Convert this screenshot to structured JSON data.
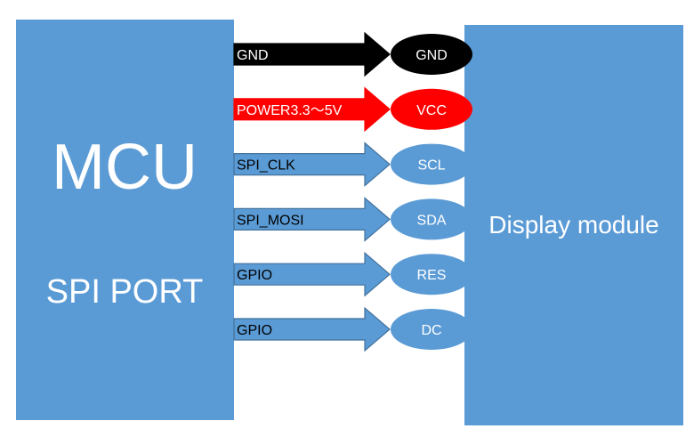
{
  "mcu": {
    "title": "MCU",
    "subtitle": "SPI PORT"
  },
  "display": {
    "label": "Display module"
  },
  "colors": {
    "block_fill": "#5B9BD5",
    "block_text": "#ffffff",
    "gnd": "#000000",
    "power": "#FF0000",
    "signal": "#5B9BD5",
    "signal_stroke": "#41719C",
    "signal_text": "#000000",
    "pin_text_light": "#ffffff",
    "pin_text_dark": "#000000"
  },
  "connections": [
    {
      "id": "gnd",
      "signal": "GND",
      "pin": "GND",
      "style": "gnd"
    },
    {
      "id": "vcc",
      "signal": "POWER3.3～5V",
      "pin": "VCC",
      "style": "power"
    },
    {
      "id": "scl",
      "signal": "SPI_CLK",
      "pin": "SCL",
      "style": "signal"
    },
    {
      "id": "sda",
      "signal": "SPI_MOSI",
      "pin": "SDA",
      "style": "signal"
    },
    {
      "id": "res",
      "signal": "GPIO",
      "pin": "RES",
      "style": "signal"
    },
    {
      "id": "dc",
      "signal": "GPIO",
      "pin": "DC",
      "style": "signal"
    }
  ]
}
